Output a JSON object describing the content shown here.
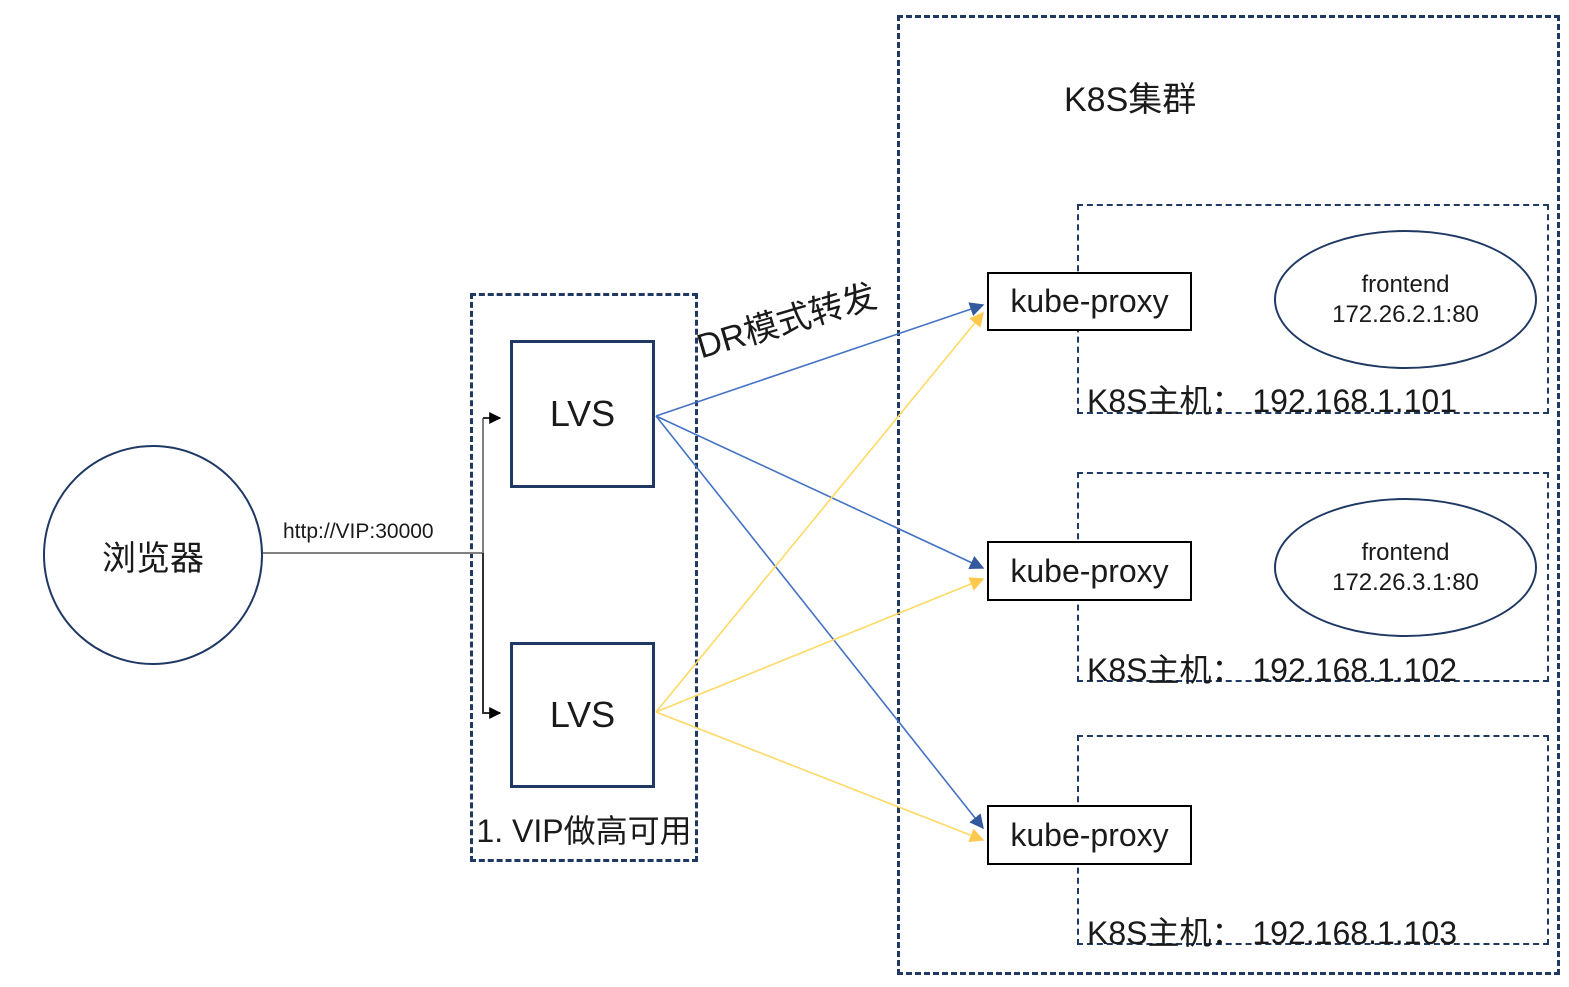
{
  "colors": {
    "navy_border": "#1F3864",
    "gray_line": "#808080",
    "dark_line": "#303030",
    "black_head": "#000000",
    "blue_line": "#4472C4",
    "blue_head": "#35599E",
    "yellow_line": "#FFD966",
    "yellow_head": "#FFC94D"
  },
  "browser": {
    "label": "浏览器"
  },
  "request": {
    "label": "http://VIP:30000"
  },
  "lvs_group": {
    "caption": "1. VIP做高可用",
    "nodes": [
      {
        "label": "LVS"
      },
      {
        "label": "LVS"
      }
    ]
  },
  "forwarding": {
    "label": "DR模式转发"
  },
  "cluster": {
    "title": "K8S集群",
    "hosts": [
      {
        "proxy_label": "kube-proxy",
        "pod": {
          "name": "frontend",
          "address": "172.26.2.1:80"
        },
        "host_label": "K8S主机： 192.168.1.101"
      },
      {
        "proxy_label": "kube-proxy",
        "pod": {
          "name": "frontend",
          "address": "172.26.3.1:80"
        },
        "host_label": "K8S主机： 192.168.1.102"
      },
      {
        "proxy_label": "kube-proxy",
        "host_label": "K8S主机： 192.168.1.103"
      }
    ]
  }
}
